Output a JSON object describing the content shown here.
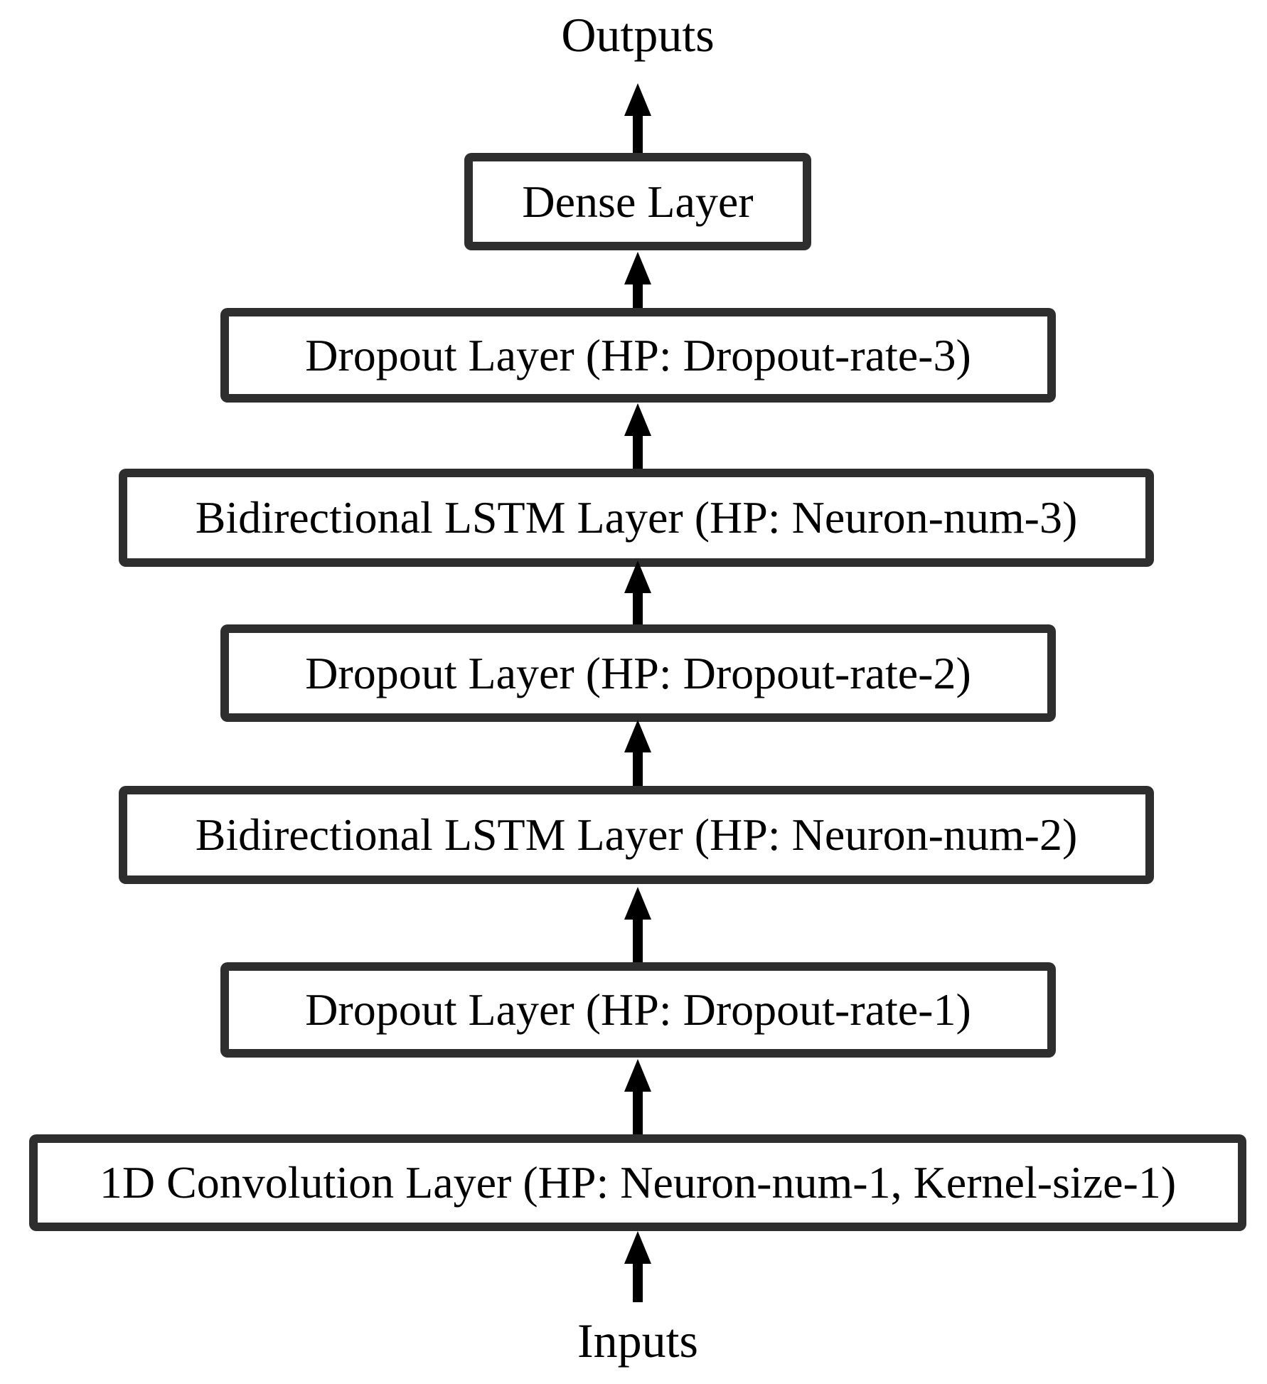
{
  "diagram": {
    "type": "flowchart",
    "flow_direction": "bottom-to-top",
    "outputs_label": "Outputs",
    "inputs_label": "Inputs",
    "layers": [
      {
        "label": "Dense Layer"
      },
      {
        "label": "Dropout Layer (HP: Dropout-rate-3)"
      },
      {
        "label": "Bidirectional LSTM Layer (HP: Neuron-num-3)"
      },
      {
        "label": "Dropout Layer (HP: Dropout-rate-2)"
      },
      {
        "label": "Bidirectional LSTM Layer (HP: Neuron-num-2)"
      },
      {
        "label": "Dropout Layer (HP: Dropout-rate-1)"
      },
      {
        "label": "1D Convolution Layer (HP: Neuron-num-1, Kernel-size-1)"
      }
    ],
    "colors": {
      "box_border": "#2e2e2e",
      "box_fill": "#ffffff",
      "text": "#000000",
      "arrow": "#000000",
      "background": "#ffffff"
    }
  }
}
